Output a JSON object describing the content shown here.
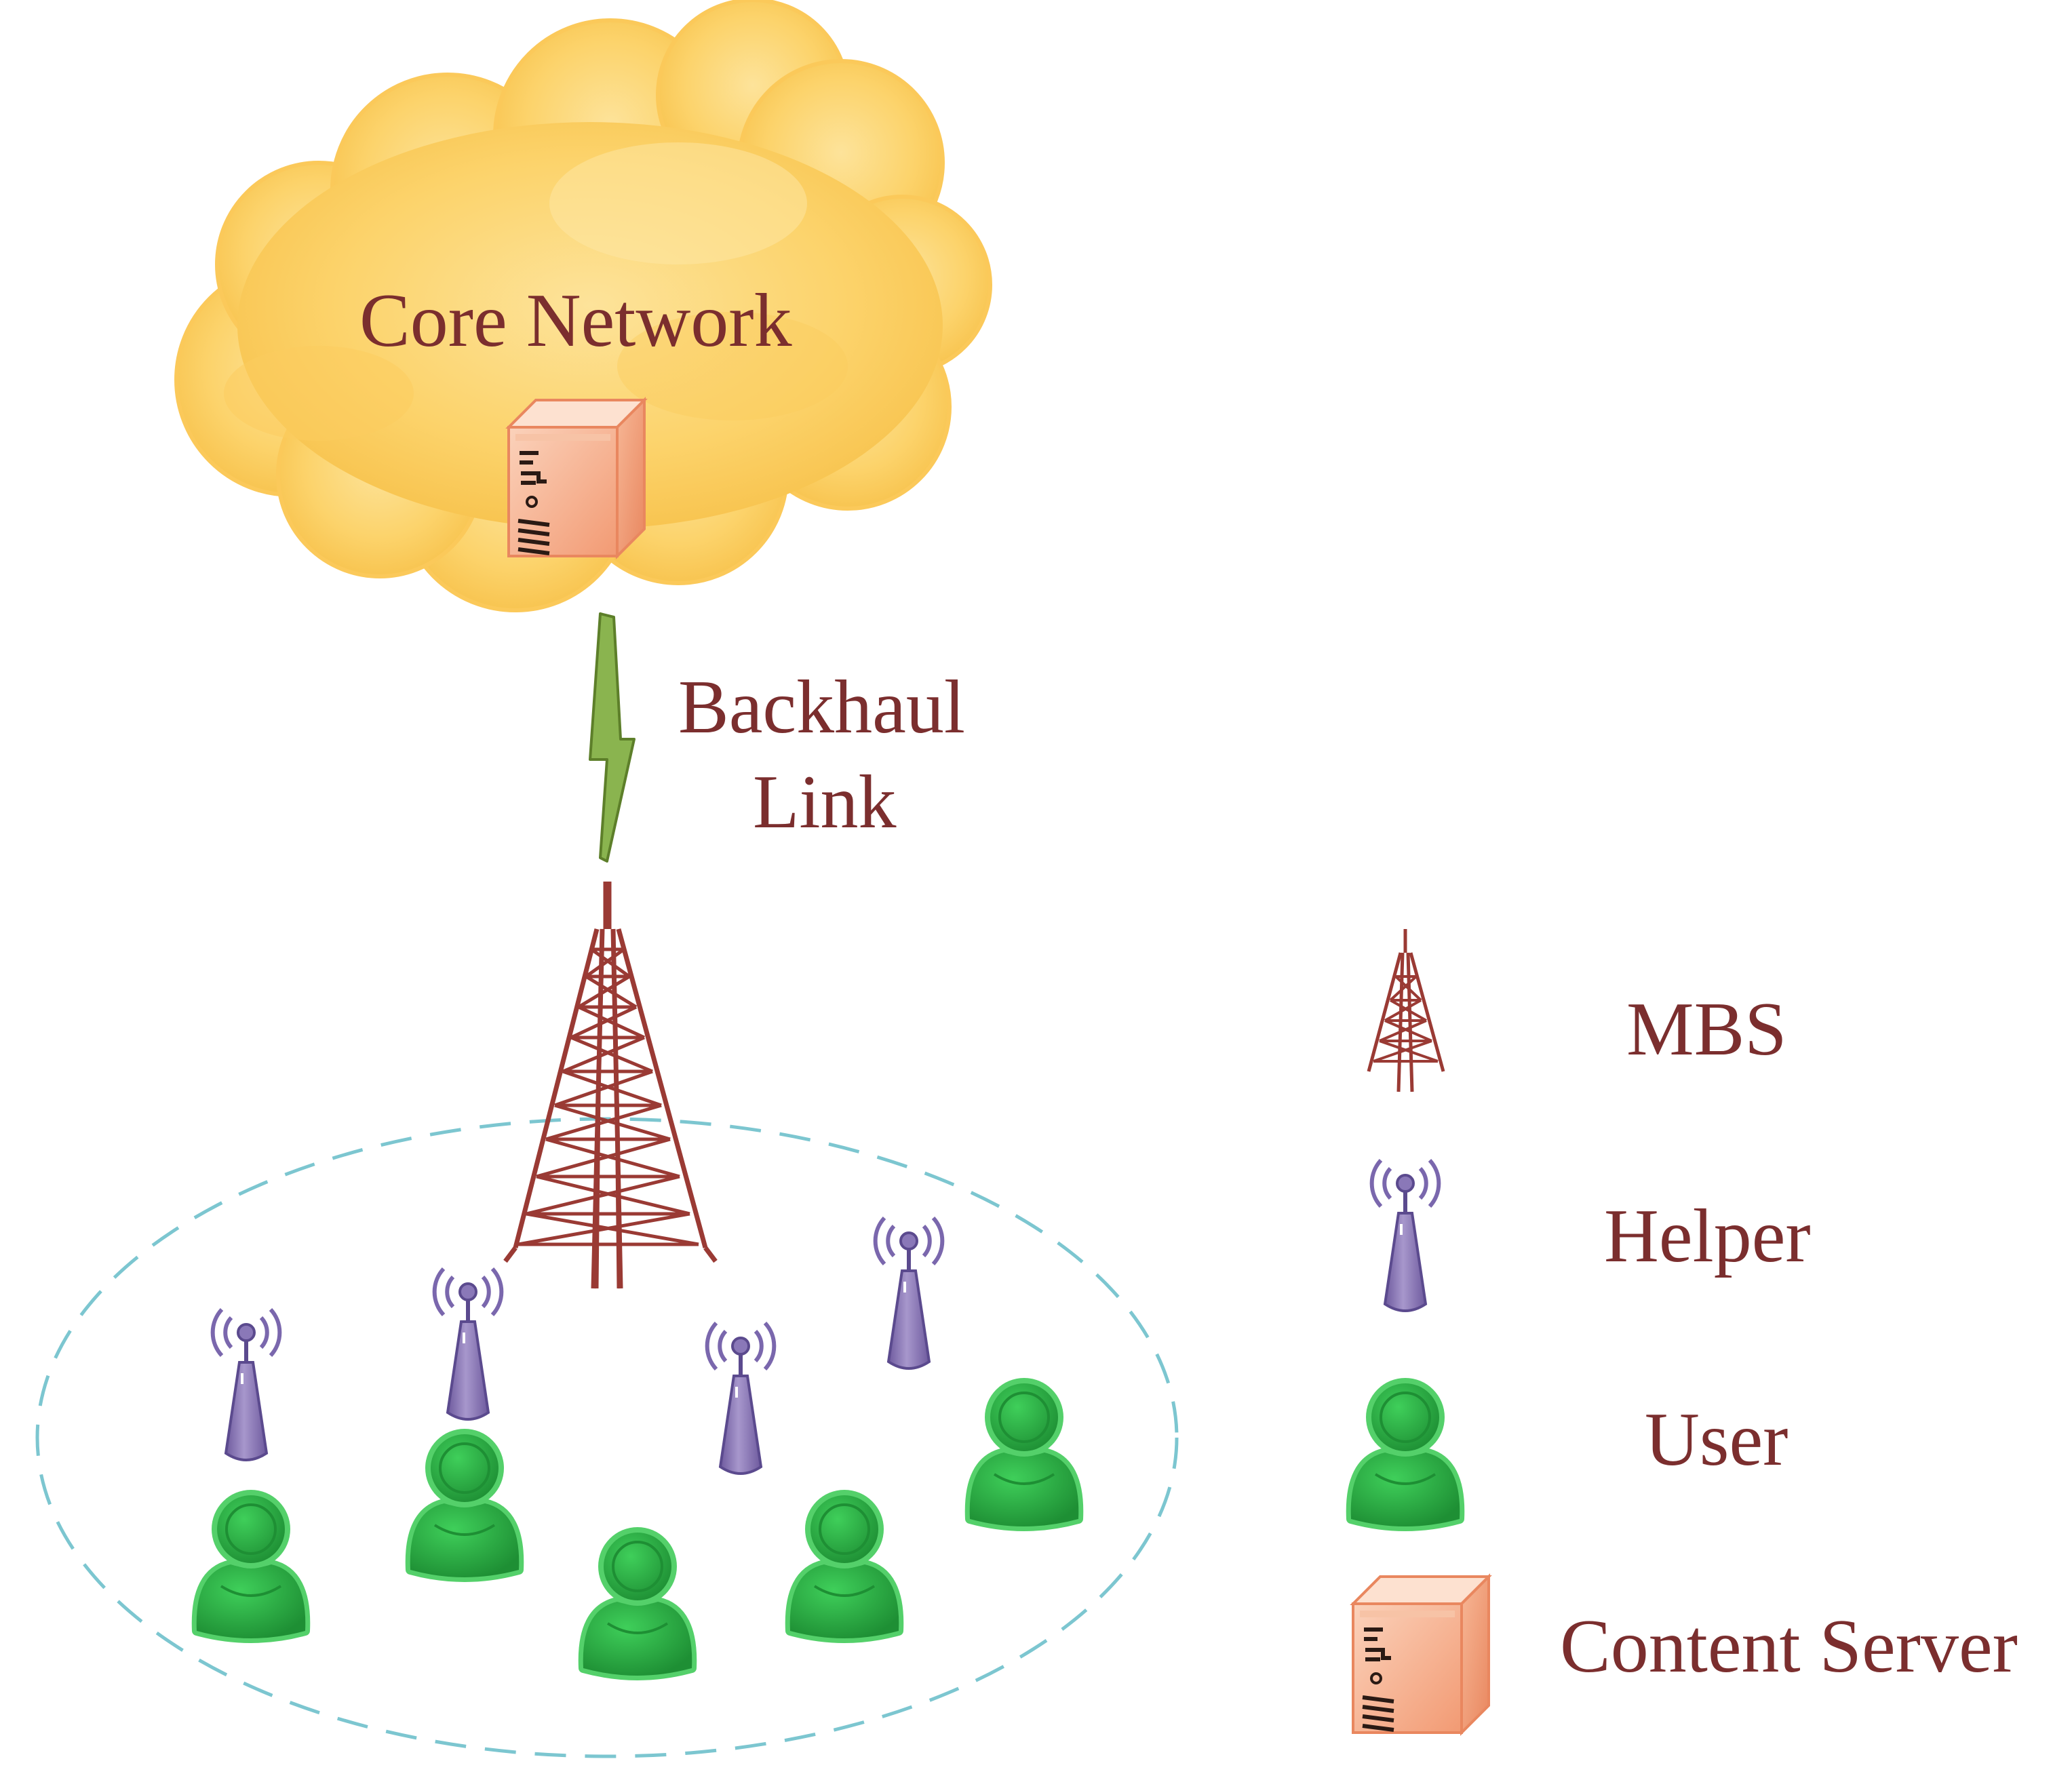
{
  "core": {
    "label": "Core Network"
  },
  "backhaul": {
    "line1": "Backhaul",
    "line2": "Link"
  },
  "legend": {
    "mbs": "MBS",
    "helper": "Helper",
    "user": "User",
    "server": "Content Server"
  },
  "colors": {
    "label_text": "#7b2e2e",
    "cloud": "#fcd36b",
    "tower": "#9a3a34",
    "helper": "#8a78b8",
    "user": "#2fae48",
    "server": "#f6b08e",
    "coverage": "#7cc6d0",
    "backhaul": "#7ea243"
  },
  "icons": {
    "cloud": "cloud-icon",
    "server": "server-icon",
    "tower": "tower-icon",
    "helper": "antenna-icon",
    "user": "user-icon",
    "link": "lightning-icon"
  }
}
